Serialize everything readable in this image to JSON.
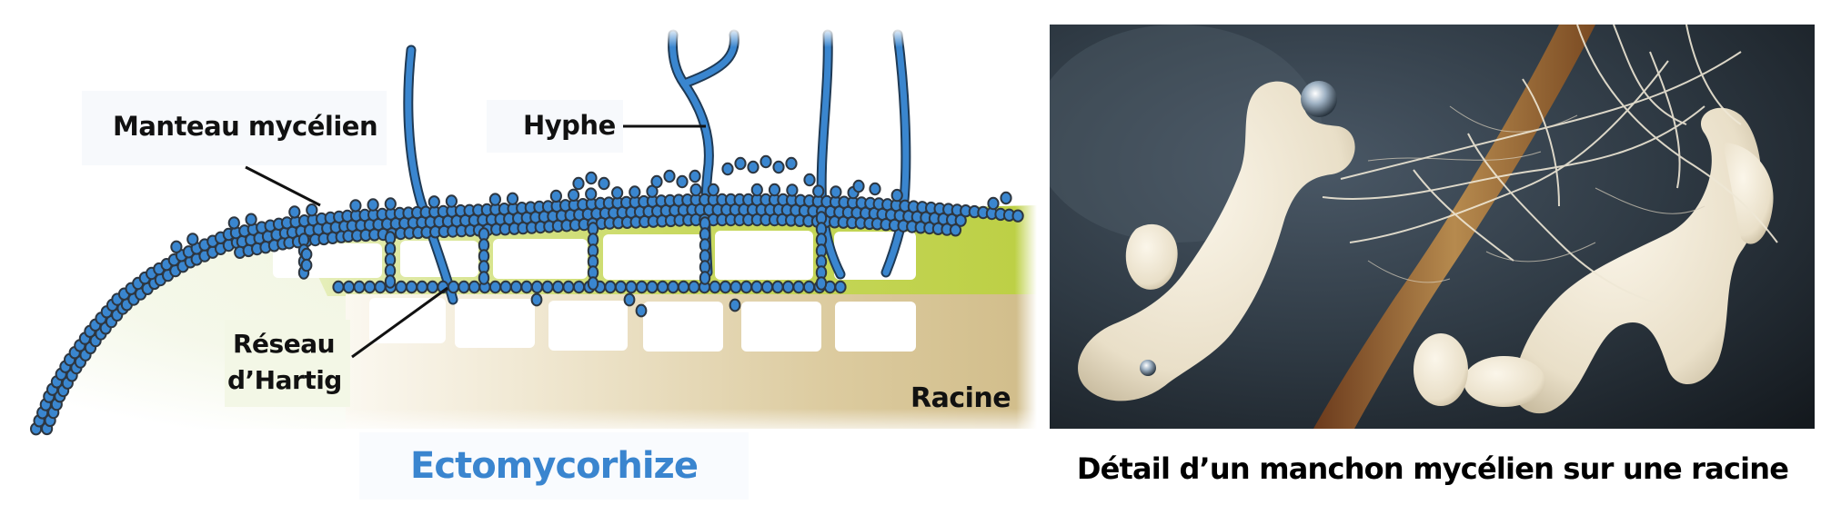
{
  "colors": {
    "hypha_fill": "#3a86cf",
    "hypha_stroke": "#1f3a55",
    "bead_fill": "#3a86cf",
    "bead_stroke": "#2d3640",
    "cortex_green": "#bfd24a",
    "root_tan": "#d7c69a",
    "inner_pale": "#eef4dc",
    "title_blue": "#3a85cf",
    "photo_bg": "#2c363f"
  },
  "diagram": {
    "labels": {
      "mantle": "Manteau mycélien",
      "hypha": "Hyphe",
      "hartig_line1": "Réseau",
      "hartig_line2": "d’Hartig",
      "root": "Racine"
    },
    "title": "Ectomycorhize"
  },
  "photo": {
    "caption": "Détail d’un manchon mycélien sur une racine"
  }
}
